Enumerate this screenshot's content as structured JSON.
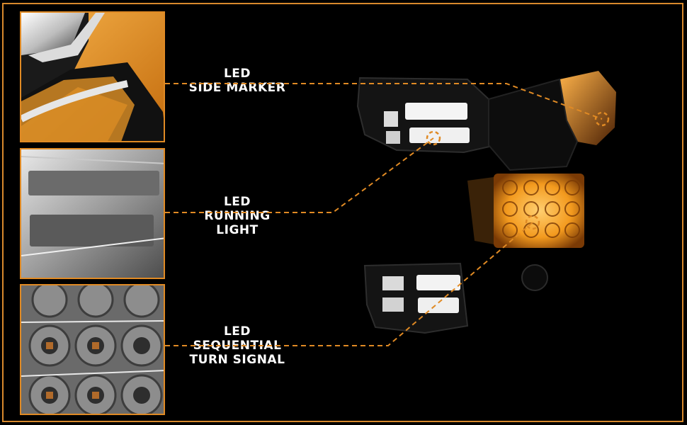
{
  "callouts": [
    {
      "id": "side-marker",
      "lines": [
        "LED",
        "SIDE MARKER"
      ]
    },
    {
      "id": "running-light",
      "lines": [
        "LED",
        "RUNNING",
        "LIGHT"
      ]
    },
    {
      "id": "turn-signal",
      "lines": [
        "LED",
        "SEQUENTIAL",
        "TURN SIGNAL"
      ]
    }
  ],
  "colors": {
    "accent": "#e08a24",
    "background": "#000000",
    "amber": "#f3a12e",
    "text": "#ffffff"
  }
}
